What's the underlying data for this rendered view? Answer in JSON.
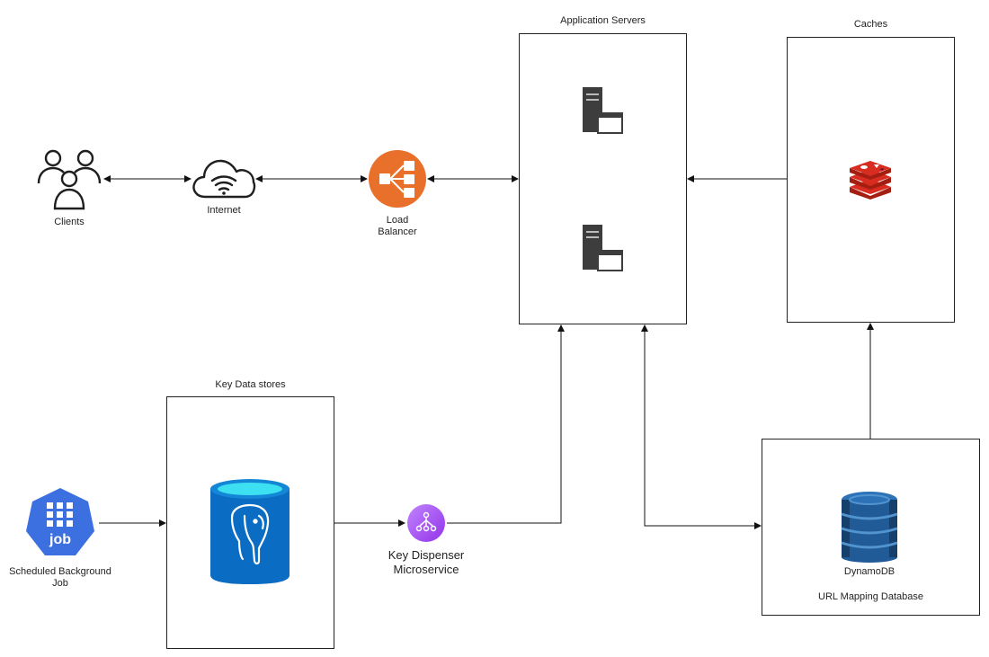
{
  "nodes": {
    "clients": "Clients",
    "internet": "Internet",
    "load_balancer": "Load\nBalancer",
    "app_servers": "Application Servers",
    "caches": "Caches",
    "key_data_stores": "Key Data stores",
    "scheduled_job": "Scheduled Background\nJob",
    "job_icon_text": "job",
    "key_dispenser": "Key Dispenser\nMicroservice",
    "dynamodb": "DynamoDB",
    "url_mapping_db": "URL Mapping Database"
  },
  "icons": [
    "users-icon",
    "cloud-wifi-icon",
    "load-balancer-icon",
    "server-icon",
    "redis-icon",
    "postgres-icon",
    "kubernetes-job-icon",
    "microservice-icon",
    "dynamodb-icon"
  ],
  "colors": {
    "load_balancer": "#e8702a",
    "redis": "#c6302b",
    "postgres_db": "#0a6cc2",
    "job": "#3c6fe0",
    "microservice": "#a855f7",
    "dynamodb": "#2e73b8"
  }
}
